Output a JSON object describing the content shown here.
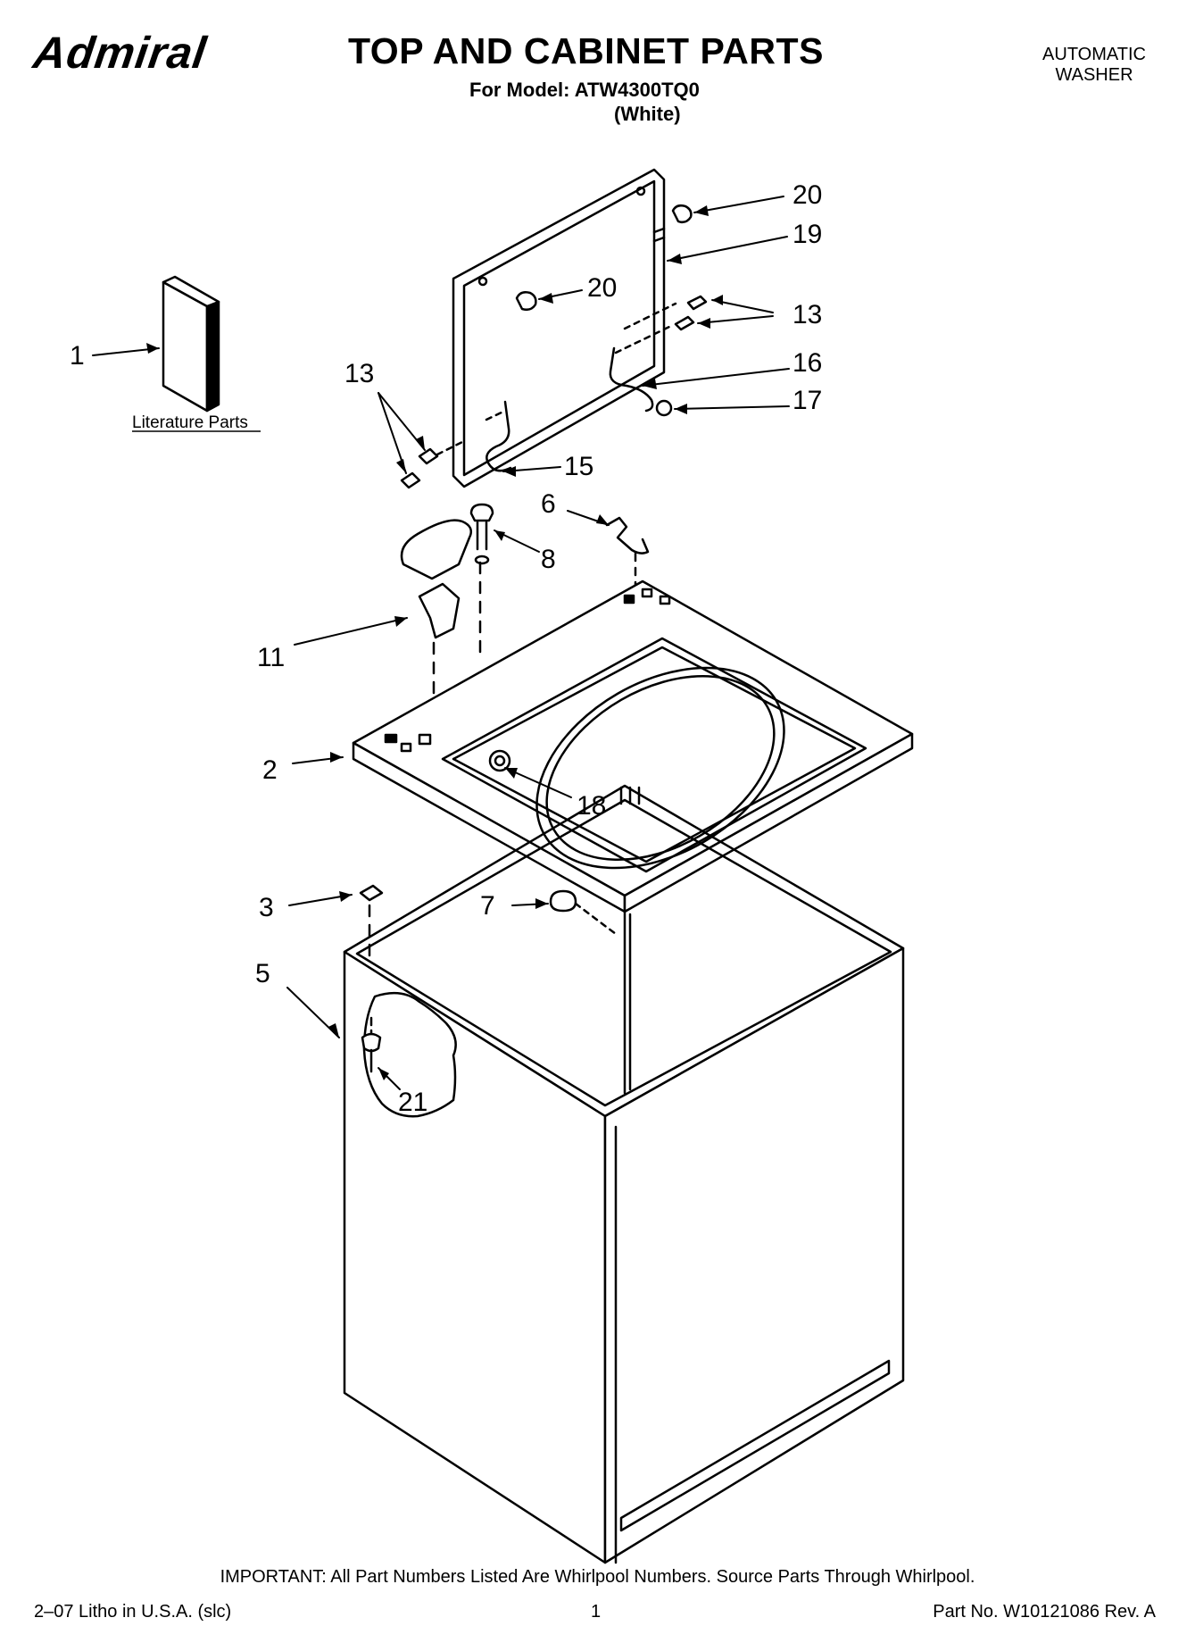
{
  "header": {
    "brand": "Admiral",
    "title": "TOP AND CABINET PARTS",
    "model_line": "For Model: ATW4300TQ0",
    "color_line": "(White)",
    "product_type_line1": "AUTOMATIC",
    "product_type_line2": "WASHER"
  },
  "diagram": {
    "literature_label": "Literature Parts",
    "callouts": {
      "c1": "1",
      "c2": "2",
      "c3": "3",
      "c5": "5",
      "c6": "6",
      "c7": "7",
      "c8": "8",
      "c11": "11",
      "c13a": "13",
      "c13b": "13",
      "c15": "15",
      "c16": "16",
      "c17": "17",
      "c18": "18",
      "c19": "19",
      "c20a": "20",
      "c20b": "20",
      "c21": "21"
    }
  },
  "footer": {
    "important": "IMPORTANT: All Part Numbers Listed Are Whirlpool Numbers. Source Parts Through Whirlpool.",
    "litho": "2–07 Litho in U.S.A. (slc)",
    "page_number": "1",
    "part_number": "Part No. W10121086 Rev. A"
  }
}
